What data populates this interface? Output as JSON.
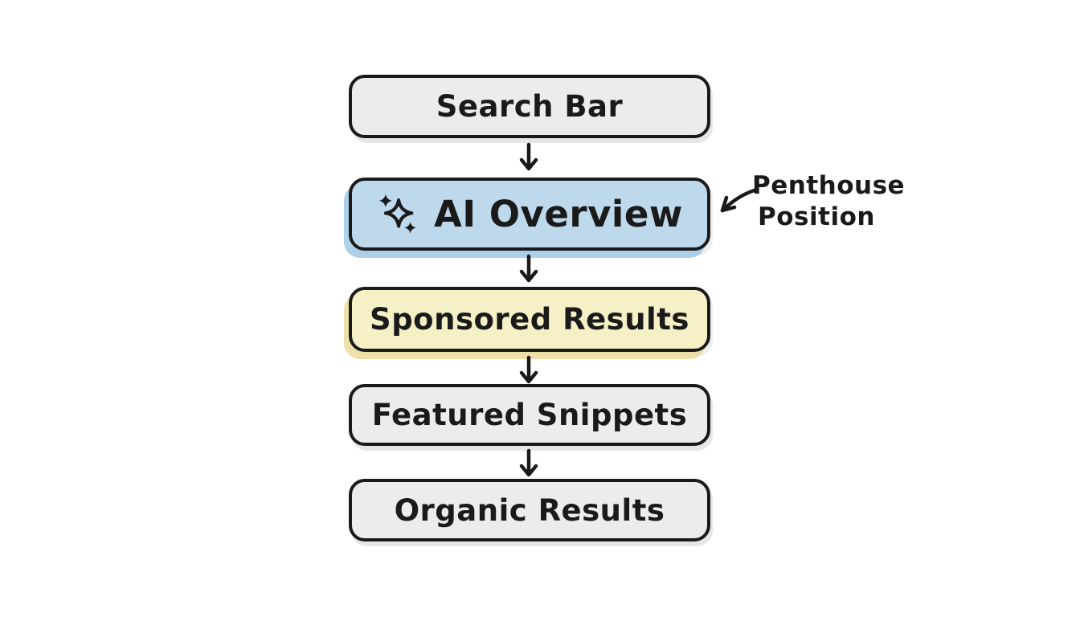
{
  "diagram": {
    "boxes": [
      {
        "id": "search-bar",
        "label": "Search Bar",
        "variant": "gray"
      },
      {
        "id": "ai-overview",
        "label": "AI Overview",
        "variant": "blue",
        "icon": "sparkles-icon"
      },
      {
        "id": "sponsored-results",
        "label": "Sponsored Results",
        "variant": "yellow"
      },
      {
        "id": "featured-snippets",
        "label": "Featured Snippets",
        "variant": "gray"
      },
      {
        "id": "organic-results",
        "label": "Organic Results",
        "variant": "gray"
      }
    ],
    "connections": [
      {
        "from": "Search Bar",
        "to": "AI Overview"
      },
      {
        "from": "AI Overview",
        "to": "Sponsored Results"
      },
      {
        "from": "Sponsored Results",
        "to": "Featured Snippets"
      },
      {
        "from": "Featured Snippets",
        "to": "Organic Results"
      }
    ],
    "annotation": {
      "line1": "Penthouse",
      "line2": "Position",
      "points_to": "AI Overview"
    },
    "colors": {
      "background": "#ffffff",
      "box_gray": "#ececec",
      "box_blue": "#bfd9ec",
      "box_yellow": "#f6f0c6",
      "stroke": "#1a1a1a",
      "text": "#1a1a1a"
    }
  }
}
